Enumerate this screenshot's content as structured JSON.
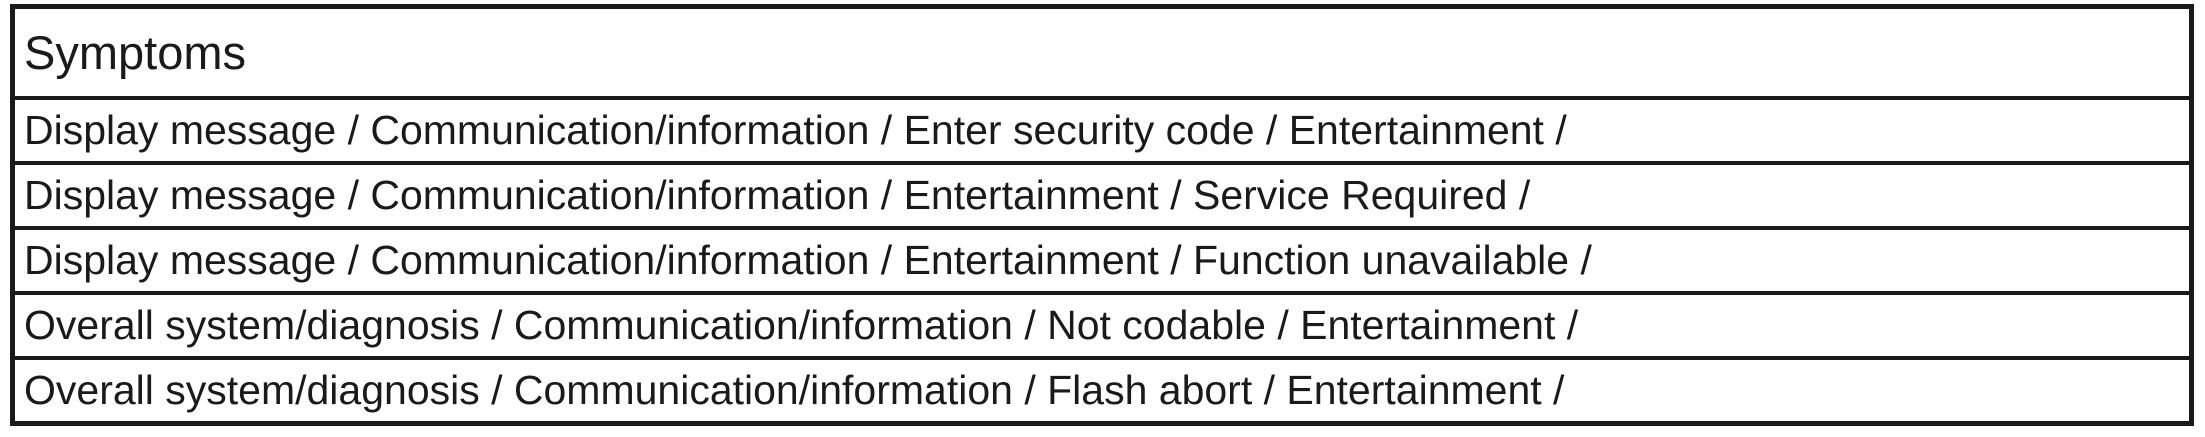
{
  "table": {
    "header": "Symptoms",
    "rows": [
      "Display message / Communication/information / Enter security code / Entertainment /",
      "Display message / Communication/information / Entertainment / Service Required /",
      "Display message / Communication/information / Entertainment / Function unavailable /",
      "Overall system/diagnosis / Communication/information / Not codable / Entertainment /",
      "Overall system/diagnosis / Communication/information / Flash abort / Entertainment /"
    ]
  },
  "colors": {
    "border": "#1a1a1a",
    "text": "#1a1a1a",
    "background": "#ffffff"
  }
}
